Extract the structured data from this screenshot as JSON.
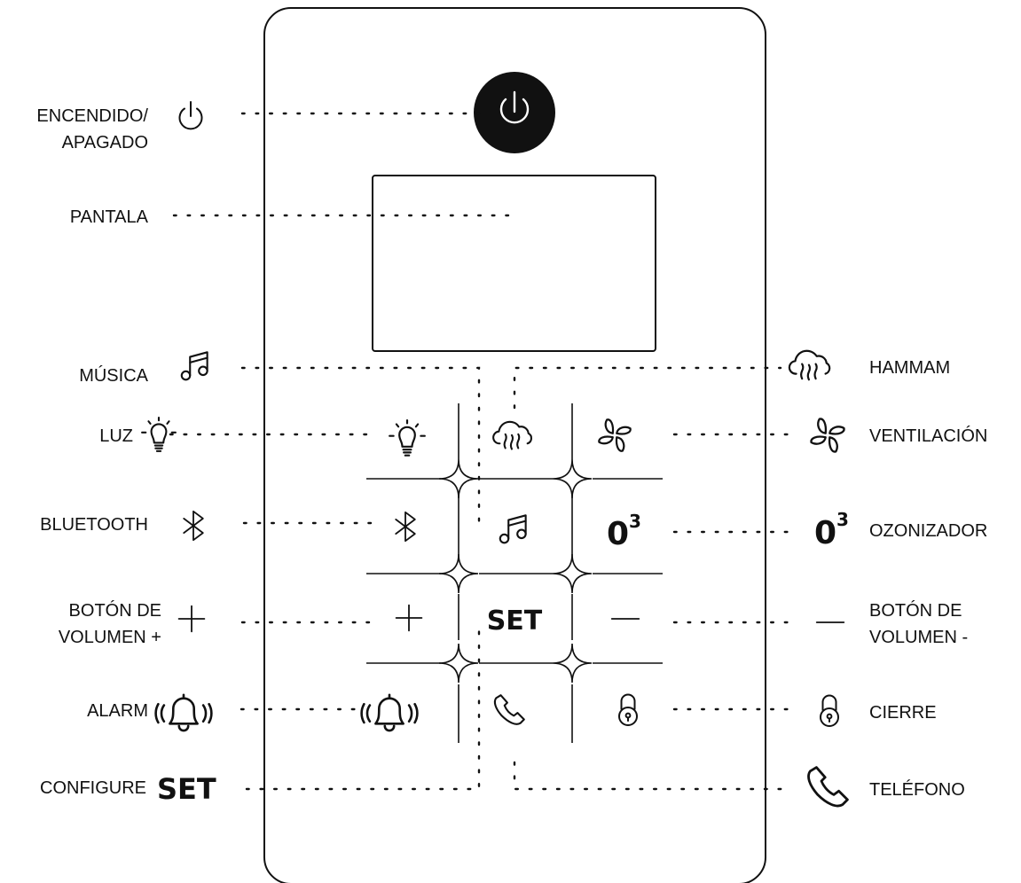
{
  "labels": {
    "power_line1": "ENCENDIDO/",
    "power_line2": "APAGADO",
    "screen": "PANTALA",
    "music": "MÚSICA",
    "light": "LUZ",
    "bluetooth": "BLUETOOTH",
    "vol_plus_line1": "BOTÓN DE",
    "vol_plus_line2": "VOLUMEN +",
    "alarm": "ALARM",
    "configure": "CONFIGURE",
    "hammam": "HAMMAM",
    "ventilation": "VENTILACIÓN",
    "ozonizer": "OZONIZADOR",
    "vol_minus_line1": "BOTÓN DE",
    "vol_minus_line2": "VOLUMEN -",
    "lock": "CIERRE",
    "phone": "TELÉFONO"
  },
  "button_text": {
    "set": "SET",
    "ozone_base": "0",
    "ozone_exp": "3"
  },
  "icons": {
    "left_legend": [
      "power-icon",
      "music-icon",
      "light-bulb-icon",
      "bluetooth-icon",
      "plus-icon",
      "alarm-bell-icon",
      "set-text"
    ],
    "right_legend": [
      "steam-cloud-icon",
      "fan-icon",
      "ozone-icon",
      "minus-icon",
      "padlock-icon",
      "phone-icon"
    ],
    "keypad_grid": [
      [
        "light-bulb-icon",
        "steam-cloud-icon",
        "fan-icon"
      ],
      [
        "bluetooth-icon",
        "music-icon",
        "ozone-icon"
      ],
      [
        "plus-icon",
        "set-text",
        "minus-icon"
      ],
      [
        "alarm-bell-icon",
        "phone-icon",
        "padlock-icon"
      ]
    ]
  },
  "colors": {
    "ink": "#111111",
    "background": "#ffffff",
    "power_button_fill": "#111111"
  }
}
